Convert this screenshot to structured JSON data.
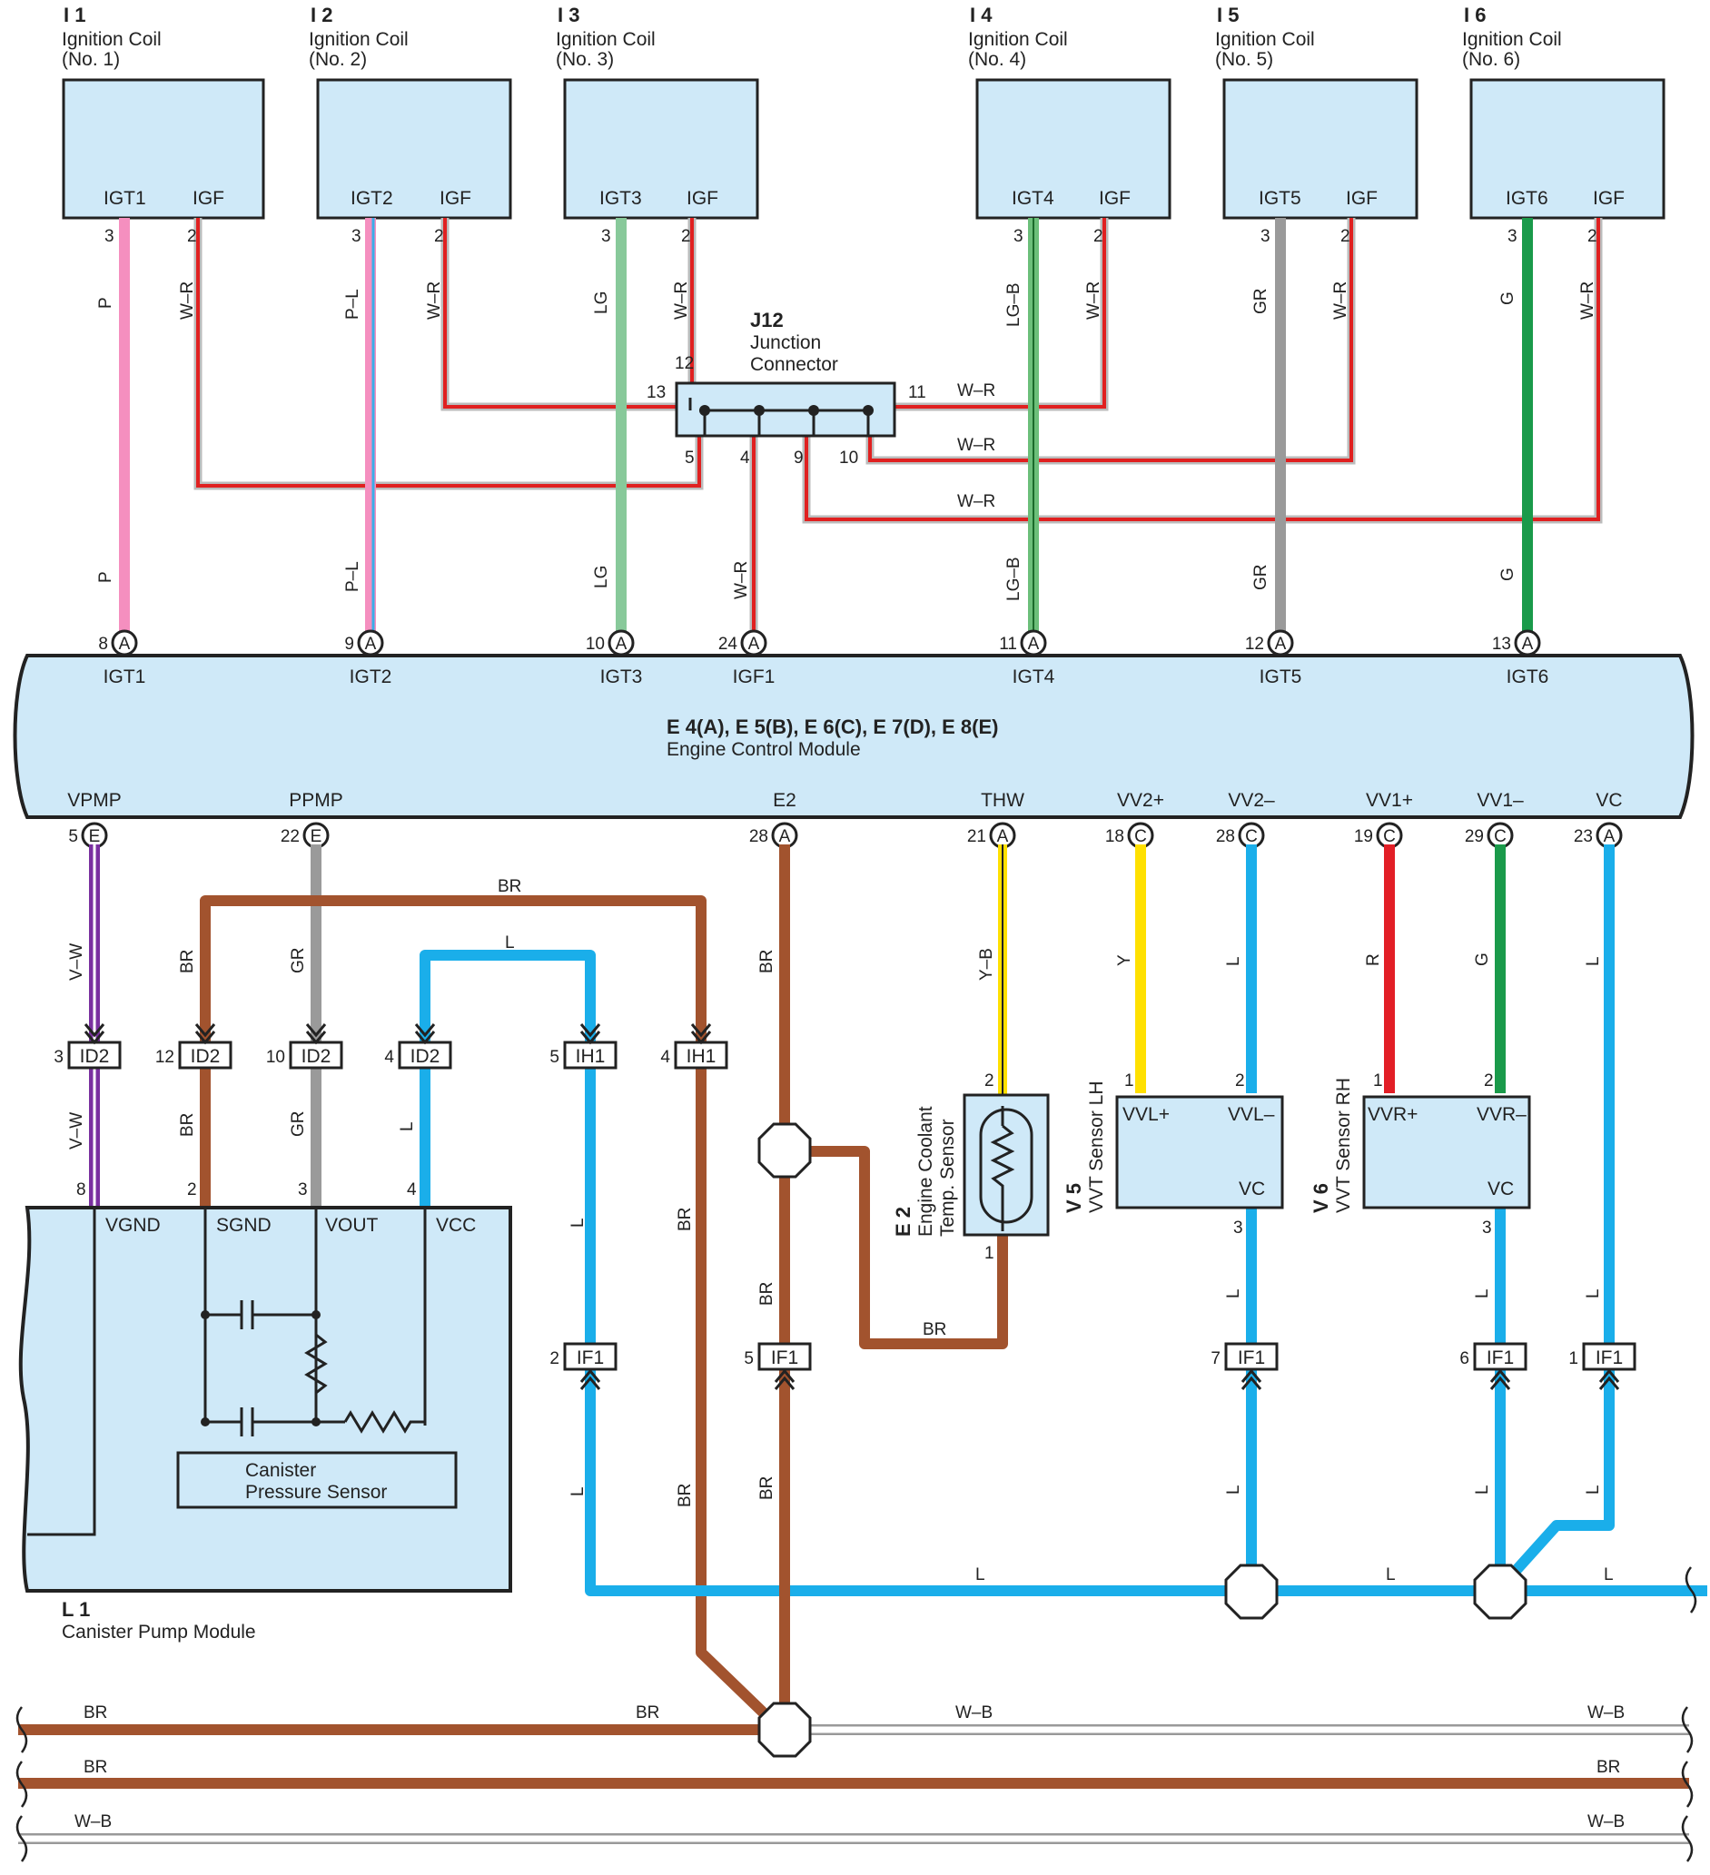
{
  "colors": {
    "box_fill": "#cfe9f8",
    "P": "#f58fbf",
    "P-L_a": "#f58fbf",
    "P-L_b": "#3aaee8",
    "LG": "#88c99a",
    "LG-B": "#6cbf7a",
    "GR": "#9a9a9a",
    "G": "#1a9a4a",
    "W-R": "#e02020",
    "BR": "#a2532e",
    "L": "#1aaeea",
    "Y": "#ffe000",
    "R": "#e21e26",
    "V-W": "#7a30a0",
    "Y-B": "#ffe000"
  },
  "coils": [
    {
      "id": "I 1",
      "name": "Ignition Coil",
      "num": "(No. 1)",
      "sig": "IGT1",
      "igf": "IGF",
      "pin_sig": "3",
      "pin_igf": "2",
      "wire_sig": "P",
      "wire_igf": "W–R"
    },
    {
      "id": "I 2",
      "name": "Ignition Coil",
      "num": "(No. 2)",
      "sig": "IGT2",
      "igf": "IGF",
      "pin_sig": "3",
      "pin_igf": "2",
      "wire_sig": "P–L",
      "wire_igf": "W–R"
    },
    {
      "id": "I 3",
      "name": "Ignition Coil",
      "num": "(No. 3)",
      "sig": "IGT3",
      "igf": "IGF",
      "pin_sig": "3",
      "pin_igf": "2",
      "wire_sig": "LG",
      "wire_igf": "W–R"
    },
    {
      "id": "I 4",
      "name": "Ignition Coil",
      "num": "(No. 4)",
      "sig": "IGT4",
      "igf": "IGF",
      "pin_sig": "3",
      "pin_igf": "2",
      "wire_sig": "LG–B",
      "wire_igf": "W–R"
    },
    {
      "id": "I 5",
      "name": "Ignition Coil",
      "num": "(No. 5)",
      "sig": "IGT5",
      "igf": "IGF",
      "pin_sig": "3",
      "pin_igf": "2",
      "wire_sig": "GR",
      "wire_igf": "W–R"
    },
    {
      "id": "I 6",
      "name": "Ignition Coil",
      "num": "(No. 6)",
      "sig": "IGT6",
      "igf": "IGF",
      "pin_sig": "3",
      "pin_igf": "2",
      "wire_sig": "G",
      "wire_igf": "W–R"
    }
  ],
  "junction": {
    "id": "J12",
    "line1": "Junction",
    "line2": "Connector",
    "pins": [
      "12",
      "13",
      "11",
      "5",
      "4",
      "9",
      "10"
    ],
    "wires": [
      "W–R",
      "W–R",
      "W–R"
    ]
  },
  "ecm": {
    "title": "E 4(A), E 5(B), E 6(C), E 7(D), E 8(E)",
    "name": "Engine Control Module",
    "top": [
      {
        "pin": "8",
        "conn": "A",
        "label": "IGT1",
        "wire": "P"
      },
      {
        "pin": "9",
        "conn": "A",
        "label": "IGT2",
        "wire": "P–L"
      },
      {
        "pin": "10",
        "conn": "A",
        "label": "IGT3",
        "wire": "LG"
      },
      {
        "pin": "24",
        "conn": "A",
        "label": "IGF1",
        "wire": "W–R"
      },
      {
        "pin": "11",
        "conn": "A",
        "label": "IGT4",
        "wire": "LG–B"
      },
      {
        "pin": "12",
        "conn": "A",
        "label": "IGT5",
        "wire": "GR"
      },
      {
        "pin": "13",
        "conn": "A",
        "label": "IGT6",
        "wire": "G"
      }
    ],
    "bottom": [
      {
        "pin": "5",
        "conn": "E",
        "label": "VPMP",
        "wire": "V–W"
      },
      {
        "pin": "22",
        "conn": "E",
        "label": "PPMP",
        "wire": "GR"
      },
      {
        "pin": "28",
        "conn": "A",
        "label": "E2",
        "wire": "BR"
      },
      {
        "pin": "21",
        "conn": "A",
        "label": "THW",
        "wire": "Y–B"
      },
      {
        "pin": "18",
        "conn": "C",
        "label": "VV2+",
        "wire": "Y"
      },
      {
        "pin": "28",
        "conn": "C",
        "label": "VV2–",
        "wire": "L"
      },
      {
        "pin": "19",
        "conn": "C",
        "label": "VV1+",
        "wire": "R"
      },
      {
        "pin": "29",
        "conn": "C",
        "label": "VV1–",
        "wire": "G"
      },
      {
        "pin": "23",
        "conn": "A",
        "label": "VC",
        "wire": "L"
      }
    ]
  },
  "connectors": [
    {
      "pin": "3",
      "name": "ID2"
    },
    {
      "pin": "12",
      "name": "ID2"
    },
    {
      "pin": "10",
      "name": "ID2"
    },
    {
      "pin": "4",
      "name": "ID2"
    },
    {
      "pin": "5",
      "name": "IH1"
    },
    {
      "pin": "4",
      "name": "IH1"
    },
    {
      "pin": "2",
      "name": "IF1"
    },
    {
      "pin": "5",
      "name": "IF1"
    },
    {
      "pin": "7",
      "name": "IF1"
    },
    {
      "pin": "6",
      "name": "IF1"
    },
    {
      "pin": "1",
      "name": "IF1"
    }
  ],
  "canister": {
    "id": "L 1",
    "name": "Canister Pump Module",
    "sensor1": "Canister",
    "sensor2": "Pressure Sensor",
    "terms": [
      "VGND",
      "SGND",
      "VOUT",
      "VCC"
    ],
    "pins": [
      "8",
      "2",
      "3",
      "4"
    ]
  },
  "ect": {
    "id": "E 2",
    "line1": "Engine Coolant",
    "line2": "Temp. Sensor",
    "pin_top": "2",
    "pin_bot": "1"
  },
  "vvt_lh": {
    "id": "V 5",
    "name": "VVT Sensor LH",
    "t1": "VVL+",
    "t2": "VVL–",
    "t3": "VC",
    "p1": "1",
    "p2": "2",
    "p3": "3"
  },
  "vvt_rh": {
    "id": "V 6",
    "name": "VVT Sensor RH",
    "t1": "VVR+",
    "t2": "VVR–",
    "t3": "VC",
    "p1": "1",
    "p2": "2",
    "p3": "3"
  },
  "wire_labels": {
    "BR": "BR",
    "L": "L",
    "W-B": "W–B",
    "V-W": "V–W",
    "GR": "GR",
    "Y-B": "Y–B",
    "Y": "Y",
    "R": "R",
    "G": "G"
  }
}
